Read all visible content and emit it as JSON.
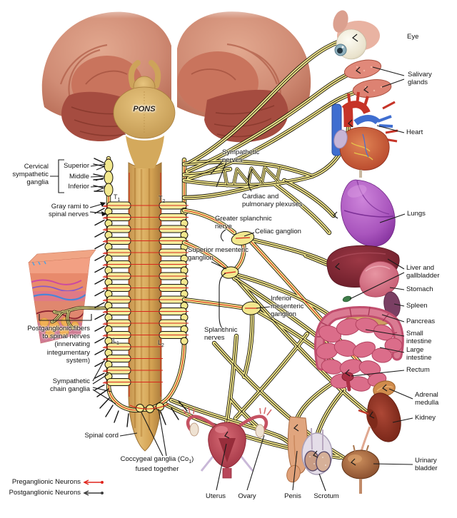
{
  "figure": {
    "pons": "PONS",
    "vertebrae": {
      "t1": {
        "base": "T",
        "sub": "1"
      },
      "t2": {
        "base": "T",
        "sub": "2"
      },
      "l1": {
        "base": "L",
        "sub": "1"
      },
      "l2": {
        "base": "L",
        "sub": "2"
      }
    }
  },
  "labels": {
    "left": {
      "cervical_ganglia": "Cervical\nsympathetic\nganglia",
      "superior": "Superior",
      "middle": "Middle",
      "inferior": "Inferior",
      "gray_rami": "Gray rami to\nspinal nerves",
      "postganglionic_fibers": "Postganglionic fibers\nto spinal nerves\n(innervating\nintegumentary\nsystem)",
      "sympathetic_chain": "Sympathetic\nchain ganglia",
      "spinal_cord": "Spinal cord",
      "coccygeal": {
        "pre": "Coccygeal ganglia (Co",
        "sub": "1",
        "post": ")",
        "line2": "fused together"
      }
    },
    "center": {
      "sympathetic_nerves": "Sympathetic\nnerves",
      "cardiac_plexuses": "Cardiac and\npulmonary plexuses",
      "greater_splanchnic": "Greater splanchnic\nnerve",
      "celiac_ganglion": "Celiac ganglion",
      "superior_mesenteric": "Superior mesenteric\nganglion",
      "inferior_mesenteric": "Inferior\nmesenteric\nganglion",
      "splanchnic_nerves": "Splanchnic\nnerves"
    },
    "right": {
      "eye": "Eye",
      "salivary_glands": "Salivary\nglands",
      "heart": "Heart",
      "lungs": "Lungs",
      "liver_gallbladder": "Liver and\ngallbladder",
      "stomach": "Stomach",
      "spleen": "Spleen",
      "pancreas": "Pancreas",
      "small_intestine": "Small\nintestine",
      "large_intestine": "Large\nintestine",
      "rectum": "Rectum",
      "adrenal_medulla": "Adrenal\nmedulla",
      "kidney": "Kidney",
      "urinary_bladder": "Urinary\nbladder"
    },
    "bottom": {
      "uterus": "Uterus",
      "ovary": "Ovary",
      "penis": "Penis",
      "scrotum": "Scrotum"
    }
  },
  "legend": {
    "preganglionic": "Preganglionic Neurons",
    "postganglionic": "Postganglionic Neurons",
    "preganglionic_color": "#e0241b",
    "postganglionic_color": "#3c3c3c"
  },
  "palette": {
    "nerve_yellow": "#f2e88e",
    "preganglionic_red": "#d8271c",
    "spinal_cord_tan": "#d3a152",
    "lung_purple": "#a955bd",
    "liver_dark_red": "#7d2433",
    "kidney_brown_red": "#9c3a2e",
    "bladder_brown": "#b5714a"
  }
}
